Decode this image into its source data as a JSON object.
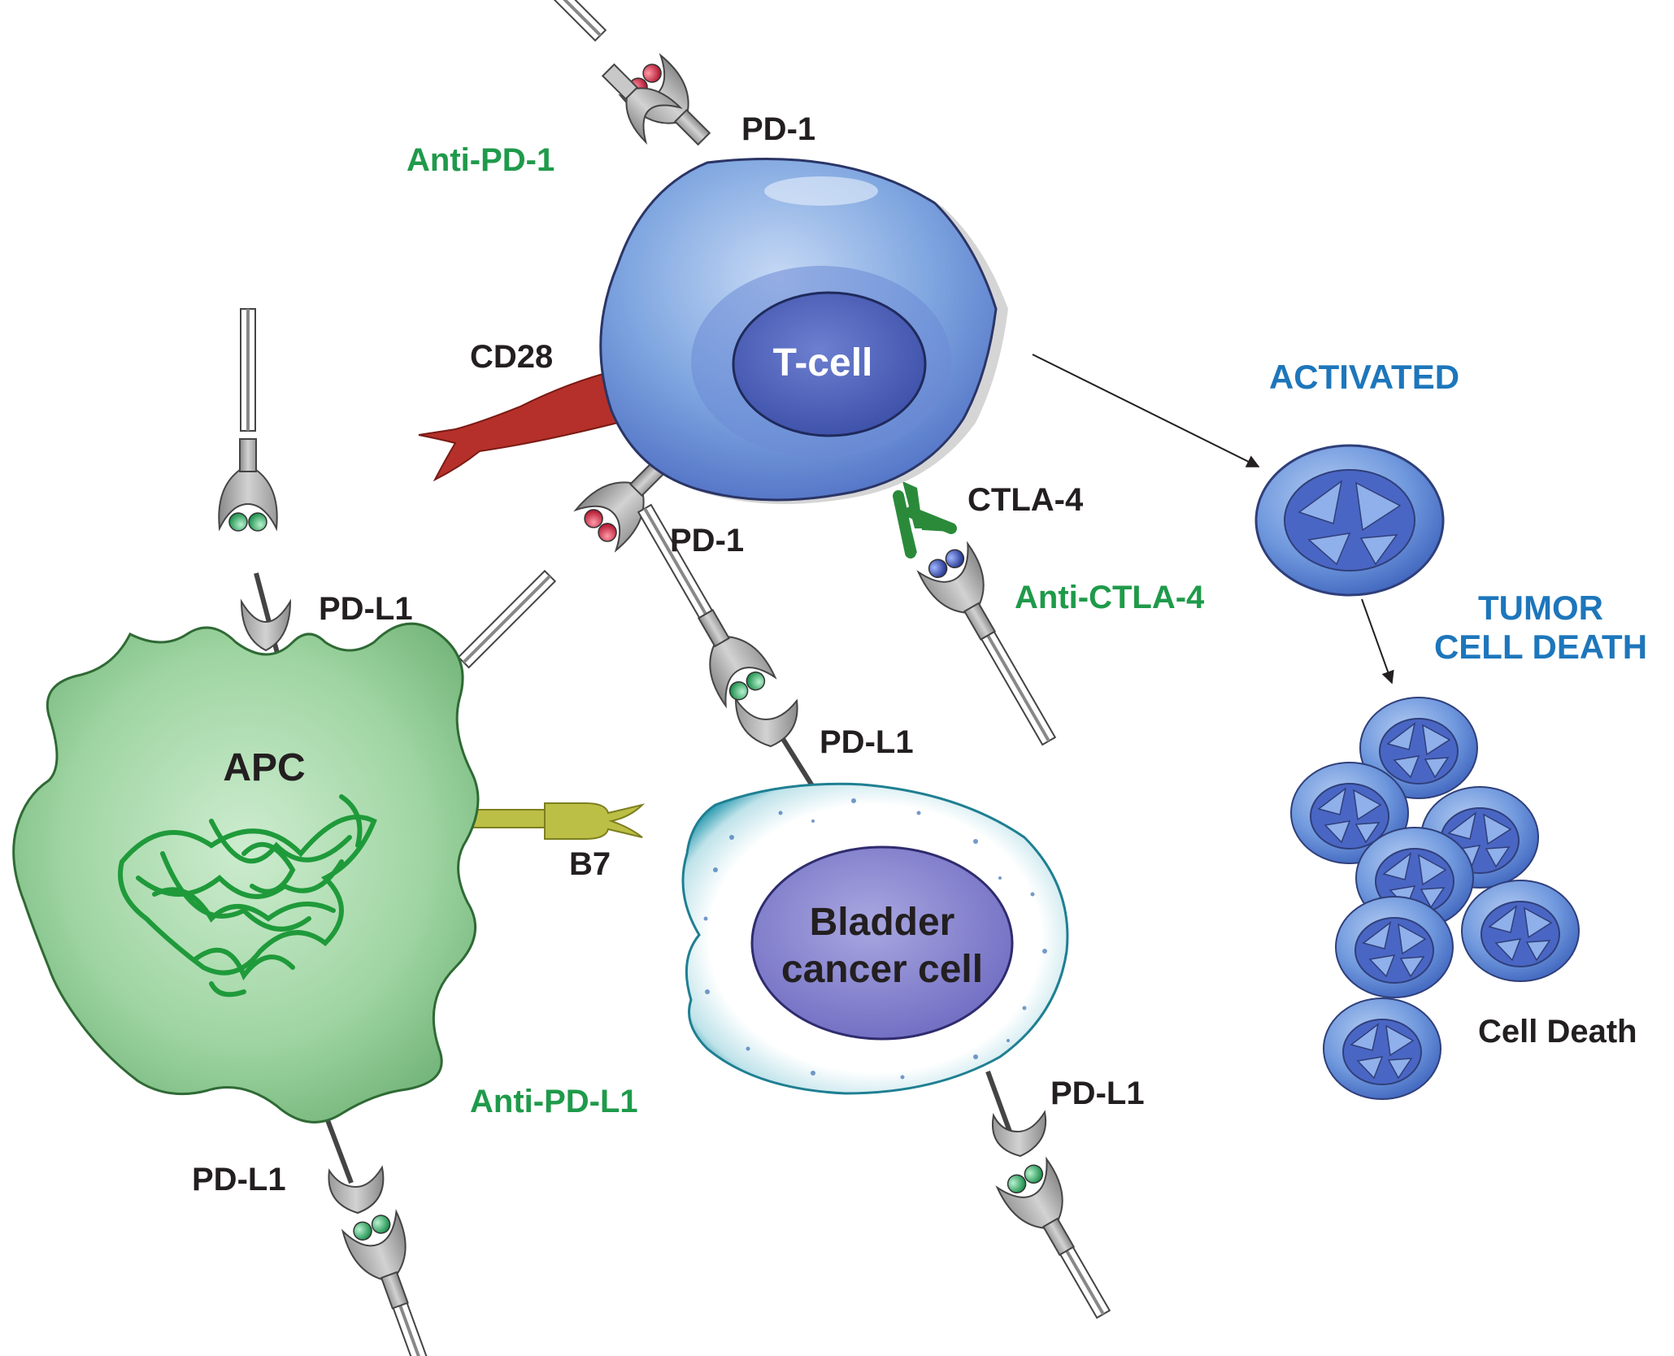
{
  "cells": {
    "t_cell": "T-cell",
    "apc": "APC",
    "bladder_line1": "Bladder",
    "bladder_line2": "cancer cell"
  },
  "receptors": {
    "pd1_top": "PD-1",
    "pd1_mid": "PD-1",
    "cd28": "CD28",
    "ctla4": "CTLA-4",
    "b7": "B7",
    "pdl1_apc_top": "PD-L1",
    "pdl1_apc_bottom": "PD-L1",
    "pdl1_bladder_top": "PD-L1",
    "pdl1_bladder_bottom": "PD-L1"
  },
  "drugs": {
    "anti_pd1": "Anti-PD-1",
    "anti_ctla4": "Anti-CTLA-4",
    "anti_pdl1": "Anti-PD-L1"
  },
  "outcomes": {
    "activated": "ACTIVATED",
    "tumor_line1": "TUMOR",
    "tumor_line2": "CELL DEATH",
    "cell_death": "Cell Death"
  },
  "colors": {
    "tcell": "#7fa6e0",
    "apc": "#8fcf94",
    "chromatin": "#1f9a3a",
    "cd28": "#b5302a",
    "b7": "#bcbf45",
    "ctla4": "#2a8a3a",
    "label_green": "#1f9a4a",
    "label_blue": "#1d76bb"
  }
}
